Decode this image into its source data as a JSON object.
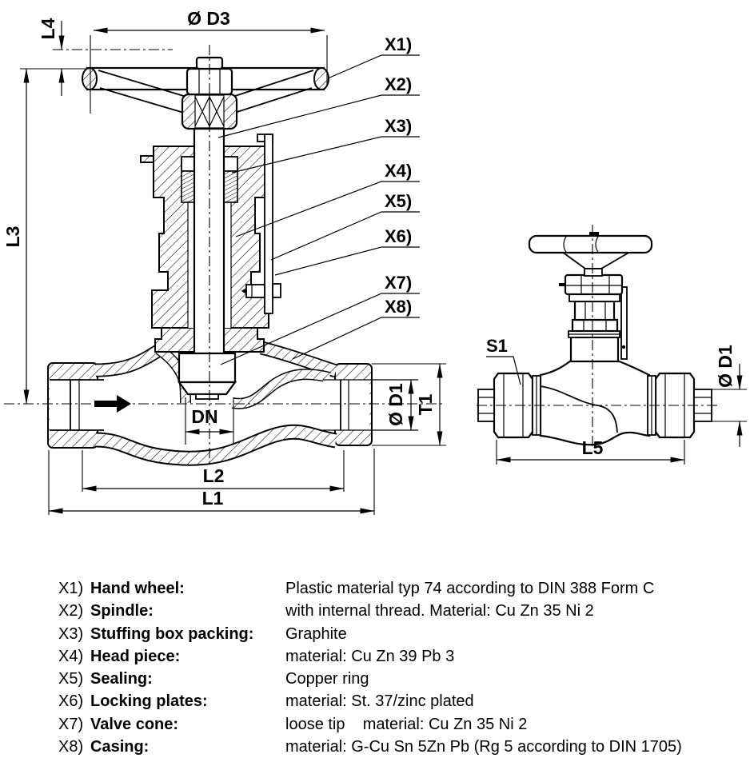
{
  "drawing": {
    "dims_left": {
      "d3": "Ø D3",
      "l4": "L4",
      "l3": "L3",
      "dn": "DN",
      "d1": "Ø D1",
      "t1": "T1",
      "l2": "L2",
      "l1": "L1"
    },
    "dims_right": {
      "s1": "S1",
      "d1": "Ø D1",
      "l5": "L5"
    },
    "callouts": {
      "x1": "X1)",
      "x2": "X2)",
      "x3": "X3)",
      "x4": "X4)",
      "x5": "X5)",
      "x6": "X6)",
      "x7": "X7)",
      "x8": "X8)"
    }
  },
  "legend": {
    "rows": [
      {
        "id": "X1)",
        "name": "Hand wheel:",
        "desc": "Plastic material typ 74 according to DIN 388 Form C"
      },
      {
        "id": "X2)",
        "name": "Spindle:",
        "desc": "with internal thread. Material: Cu Zn 35 Ni 2"
      },
      {
        "id": "X3)",
        "name": "Stuffing box packing:",
        "desc": "Graphite"
      },
      {
        "id": "X4)",
        "name": "Head piece:",
        "desc": "material: Cu Zn 39 Pb 3"
      },
      {
        "id": "X5)",
        "name": "Sealing:",
        "desc": "Copper ring"
      },
      {
        "id": "X6)",
        "name": "Locking plates:",
        "desc": "material: St. 37/zinc plated"
      },
      {
        "id": "X7)",
        "name": "Valve cone:",
        "desc": "loose tip    material: Cu Zn 35 Ni 2"
      },
      {
        "id": "X8)",
        "name": "Casing:",
        "desc": "material: G-Cu Sn 5Zn Pb (Rg 5 according to DIN 1705)"
      }
    ]
  },
  "colors": {
    "ink": "#000000",
    "paper": "#ffffff"
  }
}
